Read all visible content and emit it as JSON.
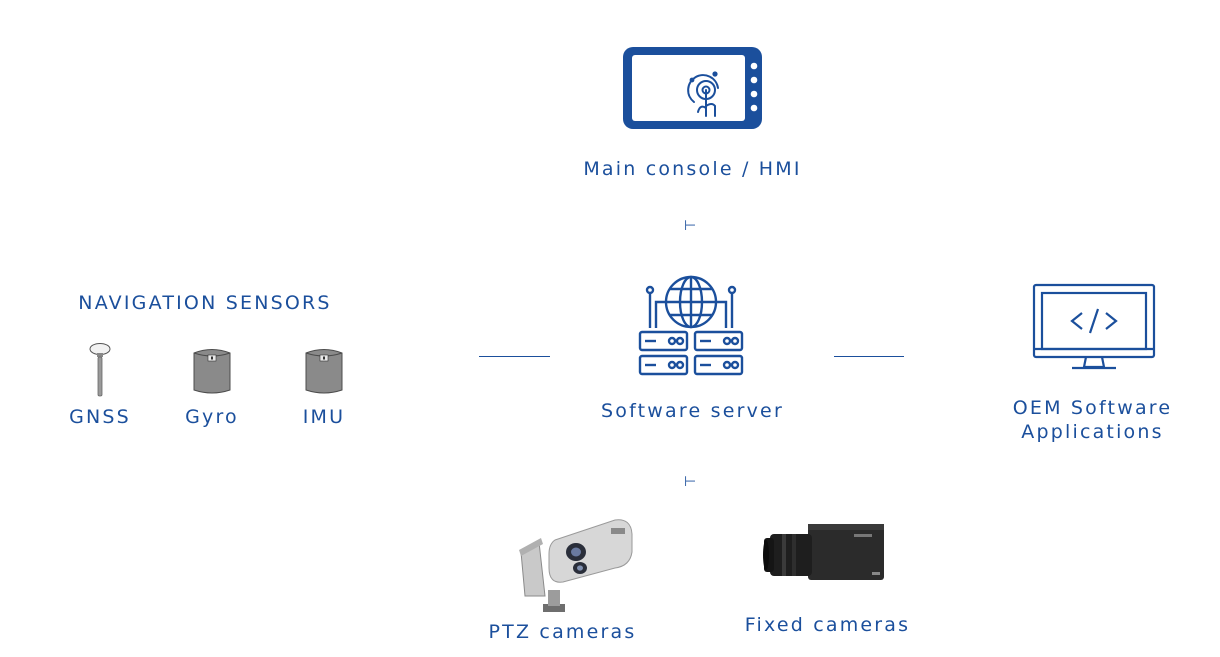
{
  "diagram": {
    "hub": {
      "label": "Software server",
      "icon": "server-globe-icon"
    },
    "console": {
      "label": "Main console / HMI",
      "icon": "touch-tablet-icon"
    },
    "navigation": {
      "title": "NAVIGATION SENSORS",
      "sensors": [
        {
          "label": "GNSS",
          "icon": "gnss-antenna-icon"
        },
        {
          "label": "Gyro",
          "icon": "gyro-unit-icon"
        },
        {
          "label": "IMU",
          "icon": "imu-unit-icon"
        }
      ]
    },
    "oem": {
      "label_line1": "OEM Software",
      "label_line2": "Applications",
      "icon": "code-monitor-icon"
    },
    "cameras": [
      {
        "label": "PTZ cameras",
        "icon": "ptz-camera-icon"
      },
      {
        "label": "Fixed cameras",
        "icon": "fixed-camera-icon"
      }
    ],
    "connector_marks": [
      "⊢",
      "⊢"
    ],
    "colors": {
      "accent": "#1b4f9c",
      "device_grey": "#8a8a8a"
    }
  }
}
